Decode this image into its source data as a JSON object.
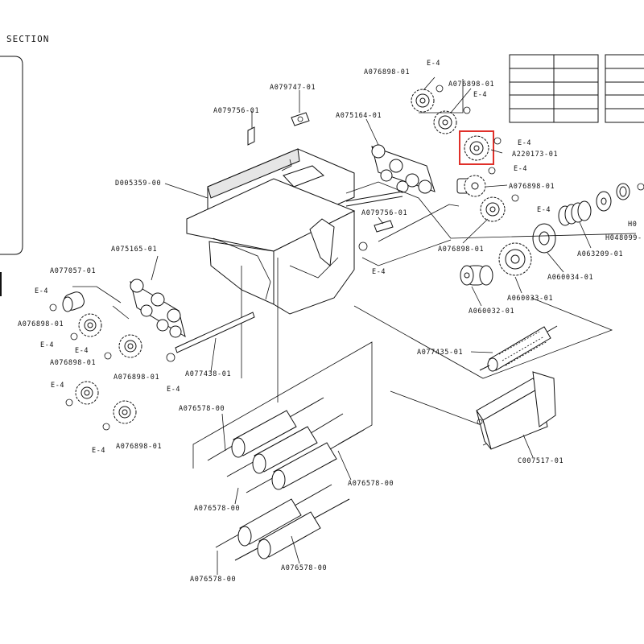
{
  "header": {
    "section_label": "SECTION"
  },
  "highlight": {
    "color": "#e0302a",
    "part": "A220173-01"
  },
  "labels": {
    "A079747_01": "A079747-01",
    "A079756_01a": "A079756-01",
    "A079756_01b": "A079756-01",
    "A075164_01": "A075164-01",
    "A076898_01_top": "A076898-01",
    "A076898_01_top2": "A076898-01",
    "E4_a": "E-4",
    "E4_b": "E-4",
    "E4_c": "E-4",
    "E4_d": "E-4",
    "E4_e": "E-4",
    "E4_f": "E-4",
    "A220173_01": "A220173-01",
    "A076898_01_mid": "A076898-01",
    "A076898_01_mid2": "A076898-01",
    "D005359_00": "D005359-00",
    "A075165_01": "A075165-01",
    "A077057_01": "A077057-01",
    "E4_l1": "E-4",
    "E4_l2": "E-4",
    "E4_l3": "E-4",
    "E4_l4": "E-4",
    "E4_l5": "E-4",
    "E4_l6": "E-4",
    "A076898_01_l1": "A076898-01",
    "A076898_01_l2": "A076898-01",
    "A076898_01_l3": "A076898-01",
    "A076898_01_l4": "A076898-01",
    "A077438_01": "A077438-01",
    "A076578_00_a": "A076578-00",
    "A076578_00_b": "A076578-00",
    "A076578_00_c": "A076578-00",
    "A076578_00_d": "A076578-00",
    "A076578_00_e": "A076578-00",
    "A063209_01": "A063209-01",
    "A060034_01": "A060034-01",
    "A060033_01": "A060033-01",
    "A060032_01": "A060032-01",
    "H0": "H0",
    "H048099": "H048099-",
    "A077435_01": "A077435-01",
    "C007517_01": "C007517-01"
  }
}
